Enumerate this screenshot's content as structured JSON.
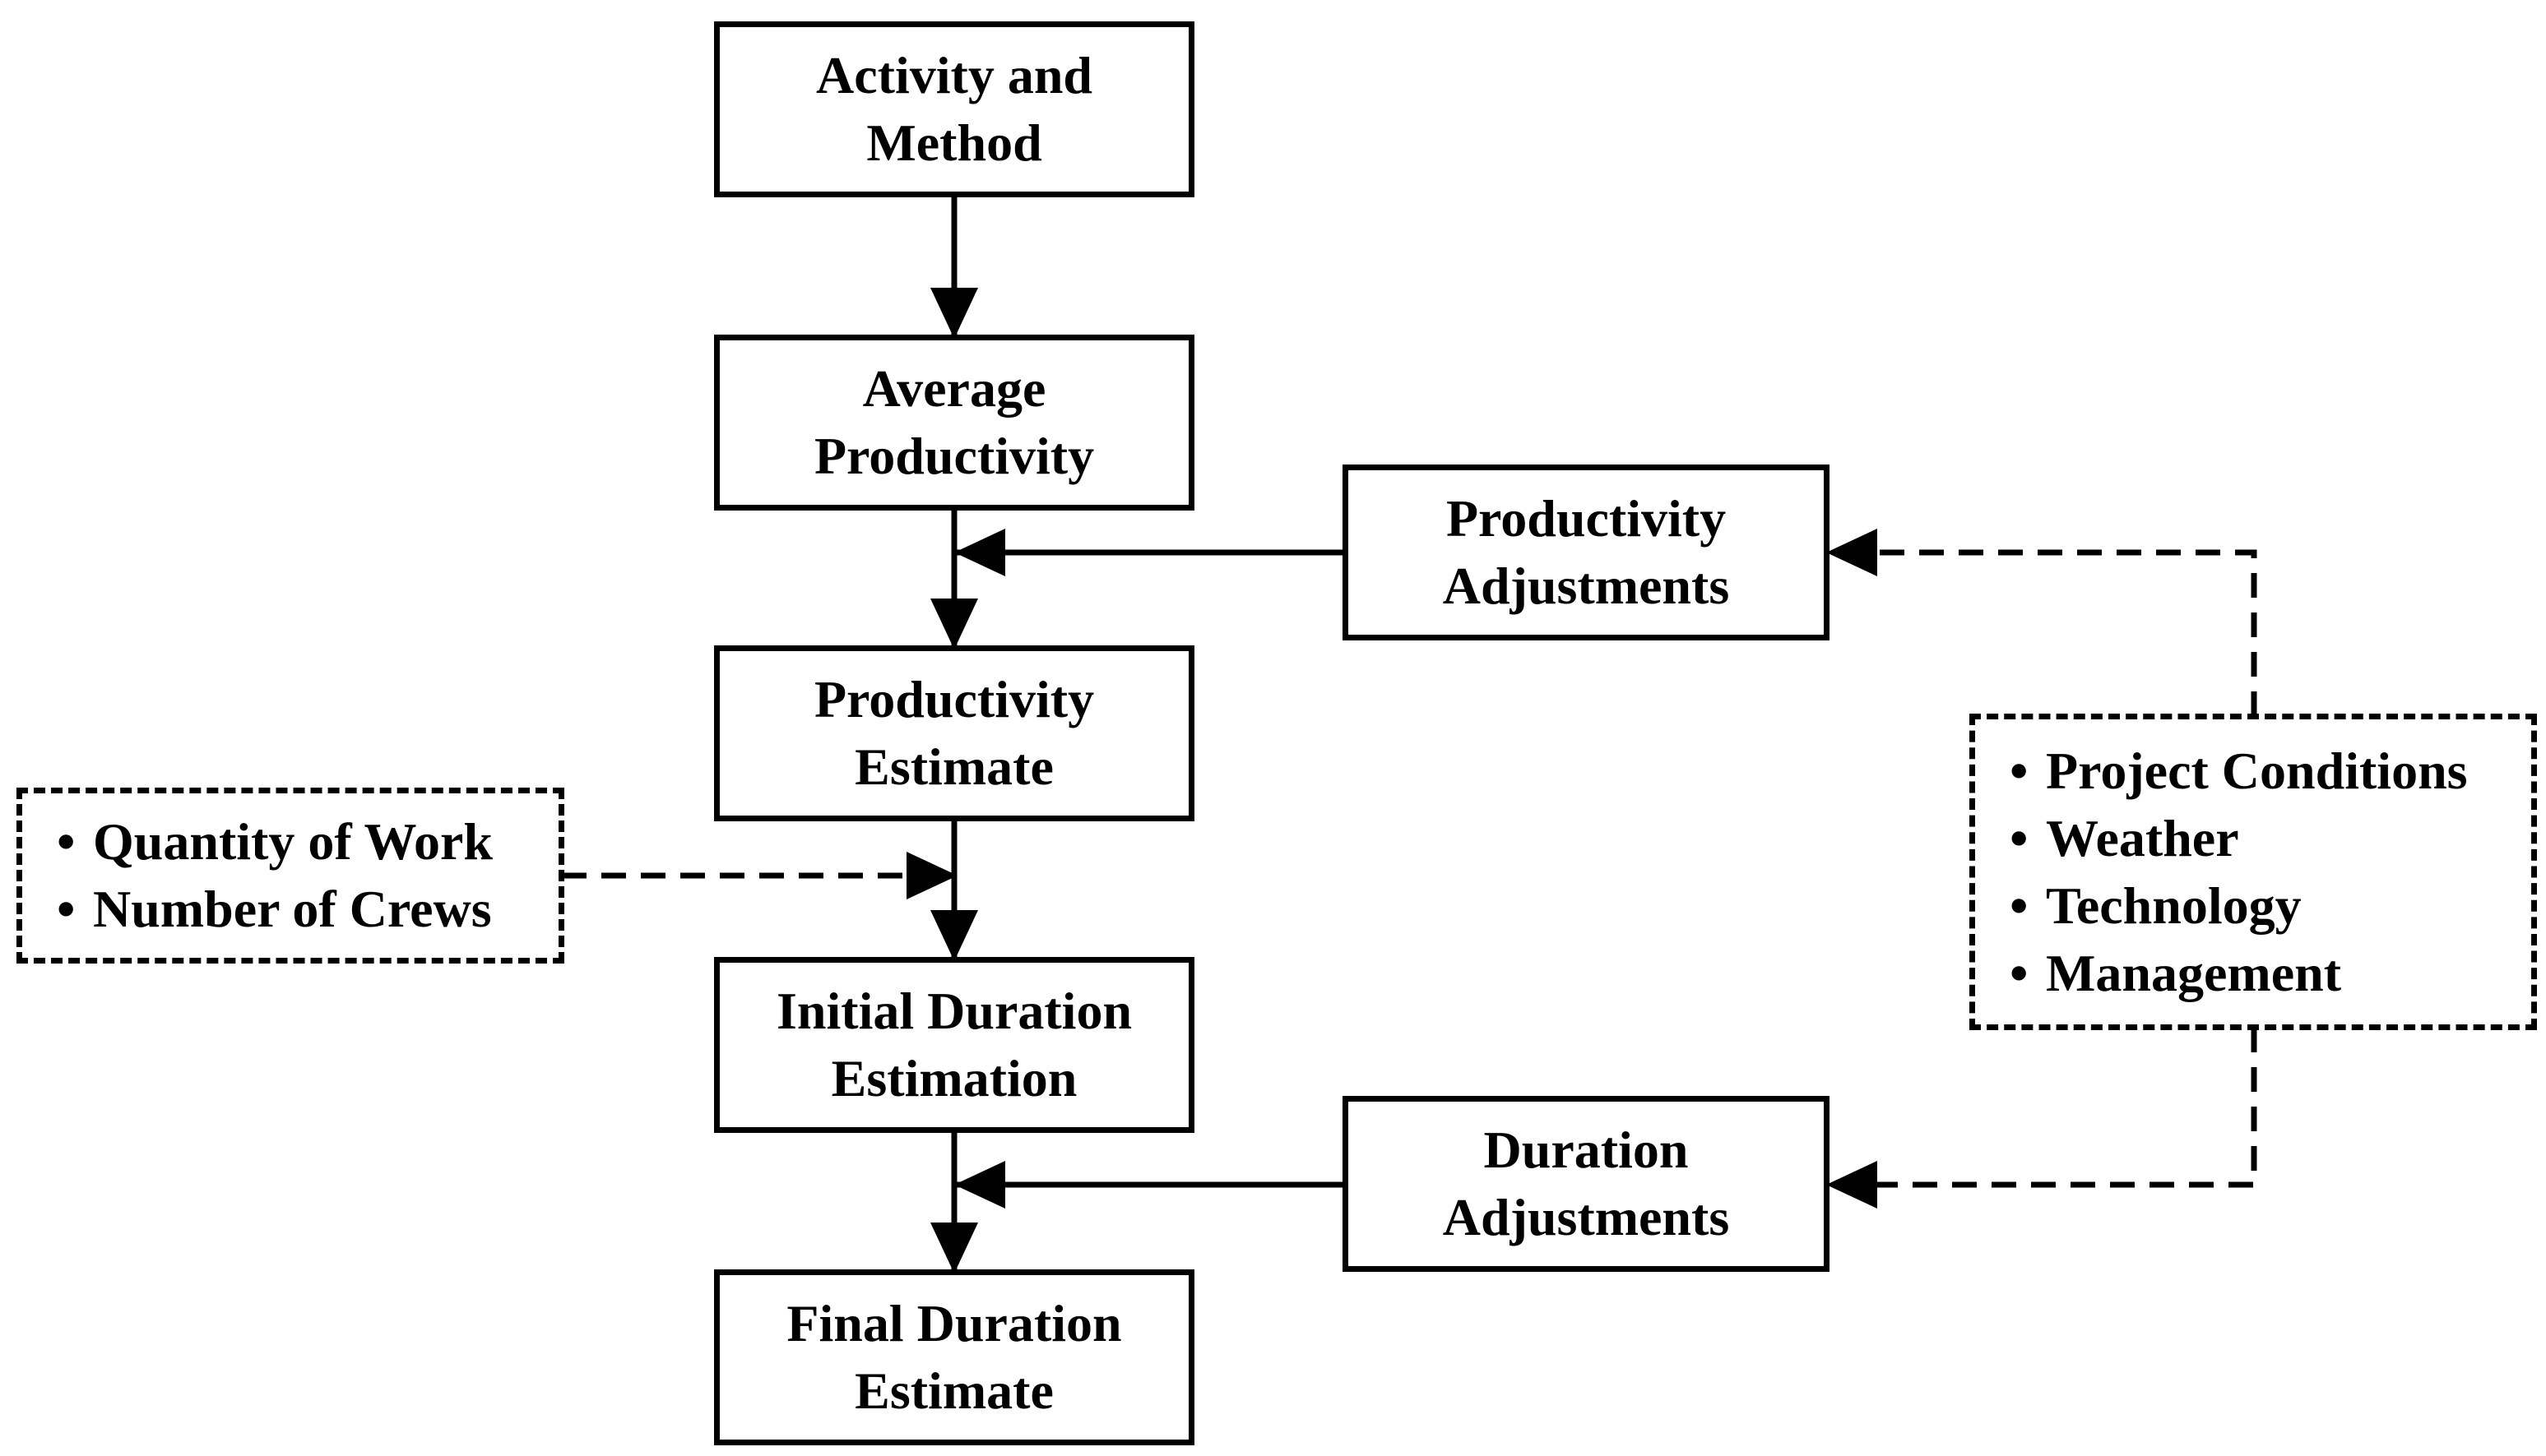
{
  "diagram": {
    "activity_method": {
      "line1": "Activity and",
      "line2": "Method"
    },
    "average_productivity": {
      "line1": "Average",
      "line2": "Productivity"
    },
    "productivity_estimate": {
      "line1": "Productivity",
      "line2": "Estimate"
    },
    "initial_duration": {
      "line1": "Initial Duration",
      "line2": "Estimation"
    },
    "final_duration": {
      "line1": "Final Duration",
      "line2": "Estimate"
    },
    "productivity_adjustments": {
      "line1": "Productivity",
      "line2": "Adjustments"
    },
    "duration_adjustments": {
      "line1": "Duration",
      "line2": "Adjustments"
    },
    "work_inputs": {
      "items": [
        "Quantity of Work",
        "Number of Crews"
      ]
    },
    "factors": {
      "items": [
        "Project Conditions",
        "Weather",
        "Technology",
        "Management"
      ]
    }
  }
}
